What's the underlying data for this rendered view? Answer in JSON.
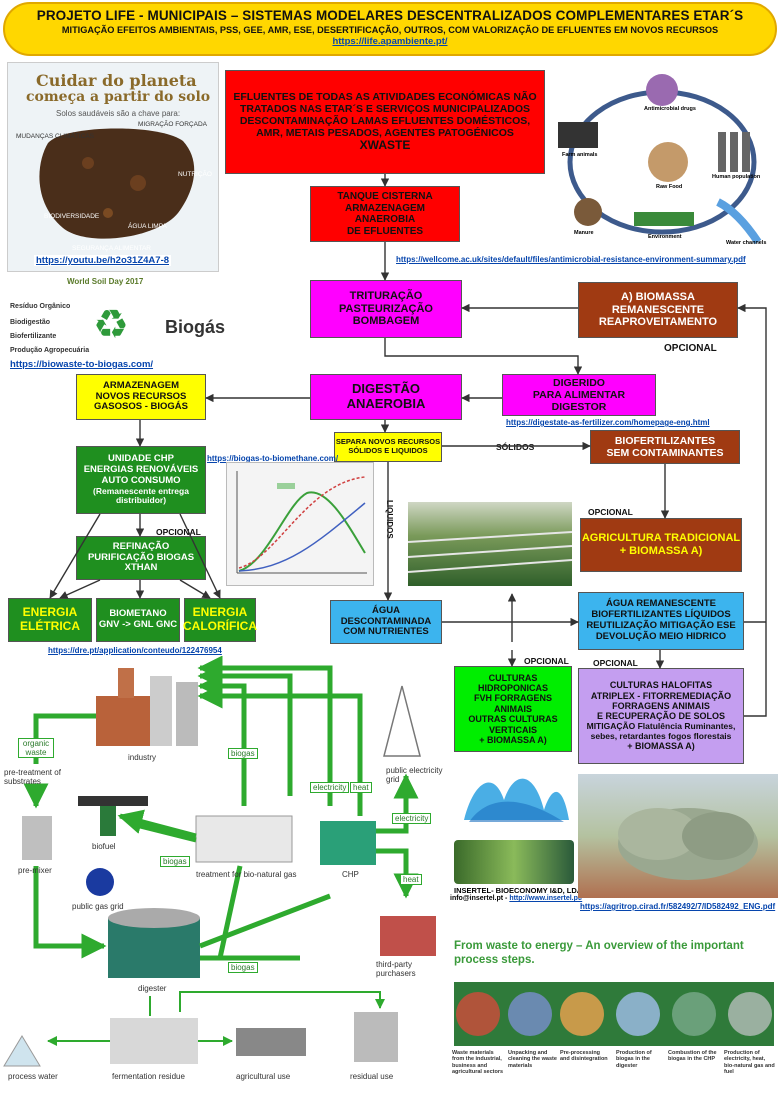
{
  "header": {
    "title": "PROJETO LIFE - MUNICIPAIS – SISTEMAS MODELARES DESCENTRALIZADOS COMPLEMENTARES ETAR´S",
    "subtitle": "MITIGAÇÃO EFEITOS AMBIENTAIS, PSS, GEE, AMR, ESE, DESERTIFICAÇÃO, OUTROS, COM VALORIZAÇÃO DE EFLUENTES EM NOVOS RECURSOS",
    "url": "https://life.apambiente.pt/"
  },
  "soil_poster": {
    "title_line1": "Cuidar do planeta",
    "title_line2": "começa a partir do solo",
    "tagline": "Solos saudáveis são a chave para:",
    "items": [
      "MUDANÇAS CLIMÁTICAS",
      "MIGRAÇÃO FORÇADA",
      "NUTRIÇÃO",
      "BIODIVERSIDADE",
      "ÁGUA LIMPA",
      "SEGURANÇA ALIMENTAR"
    ],
    "link": "https://youtu.be/h2o31Z4A7-8"
  },
  "biogas_graphic": {
    "header": "World Soil Day 2017",
    "steps": [
      "Resíduo Orgânico",
      "Biodigestão",
      "Biofertilizante",
      "Produção Agropecuária"
    ],
    "label": "Biogás",
    "link": "https://biowaste-to-biogas.com/"
  },
  "amr_cycle": {
    "labels": [
      "Antimicrobial drugs",
      "Farm animals",
      "Human population",
      "Raw Food",
      "Manure",
      "Environment",
      "Water channels"
    ],
    "link": "https://wellcome.ac.uk/sites/default/files/antimicrobial-resistance-environment-summary.pdf"
  },
  "boxes": {
    "effluents": [
      "EFLUENTES DE TODAS AS ATIVIDADES ECONÓMICAS NÃO",
      "TRATADOS NAS ETAR´S E SERVIÇOS MUNICIPALIZADOS",
      "DESCONTAMINAÇÃO LAMAS EFLUENTES DOMÉSTICOS,",
      "AMR, METAIS PESADOS, AGENTES PATOGÉNICOS",
      "XWASTE"
    ],
    "tank": [
      "TANQUE CISTERNA",
      "ARMAZENAGEM",
      "ANAEROBIA",
      "DE EFLUENTES"
    ],
    "grinding": [
      "TRITURAÇÃO",
      "PASTEURIZAÇÃO",
      "BOMBAGEM"
    ],
    "biomass": [
      "A) BIOMASSA",
      "REMANESCENTE",
      "REAPROVEITAMENTO"
    ],
    "digestion": [
      "DIGESTÃO",
      "ANAEROBIA"
    ],
    "digested": [
      "DIGERIDO",
      "PARA ALIMENTAR",
      "DIGESTOR"
    ],
    "storage": [
      "ARMAZENAGEM",
      "NOVOS RECURSOS",
      "GASOSOS - BIOGÁS"
    ],
    "separate": [
      "SEPARA NOVOS RECURSOS",
      "SÓLIDOS E LIQUIDOS"
    ],
    "biofert": [
      "BIOFERTILIZANTES",
      "SEM CONTAMINANTES"
    ],
    "chp": [
      "UNIDADE CHP",
      "ENERGIAS RENOVÁVEIS",
      "AUTO CONSUMO",
      "(Remanescente entrega",
      "distribuidor)"
    ],
    "refining": [
      "REFINAÇÃO",
      "PURIFICAÇÃO BIOGAS",
      "XTHAN"
    ],
    "trad_agri": [
      "AGRICULTURA TRADICIONAL",
      "+ BIOMASSA A)"
    ],
    "energy_elec": [
      "ENERGIA",
      "ELÉTRICA"
    ],
    "biomethane": [
      "BIOMETANO",
      "GNV -> GNL GNC"
    ],
    "energy_heat": [
      "ENERGIA",
      "CALORÍFICA"
    ],
    "water": [
      "ÁGUA",
      "DESCONTAMINADA",
      "COM NUTRIENTES"
    ],
    "remaining_water": [
      "ÁGUA REMANESCENTE",
      "BIOFERTILIZANTES LÍQUIDOS",
      "REUTILIZAÇÃO MITIGAÇÃO ESE",
      "DEVOLUÇÃO MEIO HIDRICO"
    ],
    "hydroponic": [
      "CULTURAS",
      "HIDROPONICAS",
      "FVH FORRAGENS",
      "ANIMAIS",
      "OUTRAS CULTURAS",
      "VERTICAIS",
      "+ BIOMASSA A)"
    ],
    "halophytes": [
      "CULTURAS HALOFITAS",
      "ATRIPLEX - FITORREMEDIAÇÃO",
      "FORRAGENS ANIMAIS",
      "E RECUPERAÇÃO DE SOLOS",
      "MITIGAÇÃO Flatulência Ruminantes,",
      "sebes, retardantes fogos florestais",
      "+ BIOMASSA A)"
    ]
  },
  "labels": {
    "opcional": "OPCIONAL",
    "solidos": "SÓLIDOS",
    "liquidos": "LIQUIDOS"
  },
  "links": {
    "digestate": "https://digestate-as-fertilizer.com/homepage-eng.html",
    "biomethane": "https://biogas-to-biomethane.com/",
    "dre": "https://dre.pt/application/conteudo/122476954",
    "agritrop": "https://agritrop.cirad.fr/582492/7/ID582492_ENG.pdf"
  },
  "insertel": {
    "name": "INSERTEL- BIOECONOMY I&D, LDA",
    "email": "info@insertel.pt - ",
    "url": "http://www.insertel.pt/"
  },
  "process_diagram": {
    "labels": [
      "organic waste",
      "pre-treatment of substrates",
      "industry",
      "biofuel",
      "pre-mixer",
      "public gas grid",
      "biogas",
      "treatment for bio-natural gas",
      "biogas",
      "electricity",
      "heat",
      "public electricity grid",
      "electricity",
      "CHP",
      "heat",
      "third-party purchasers",
      "biogas",
      "digester",
      "process water",
      "fermentation residue",
      "agricultural use",
      "residual use"
    ]
  },
  "waste_energy": {
    "title": "From waste to energy – An overview of the important process steps.",
    "steps": [
      "Waste materials from the industrial, business and agricultural sectors",
      "Unpacking and cleaning the waste materials",
      "Pre-processing and disintegration",
      "Production of biogas in the digester",
      "Combustion of the biogas in the CHP",
      "Production of electricity, heat, bio-natural gas and fuel"
    ]
  },
  "colors": {
    "banner": "#ffd700",
    "arrow": "#333333",
    "process_arrow": "#2eaa2e"
  }
}
